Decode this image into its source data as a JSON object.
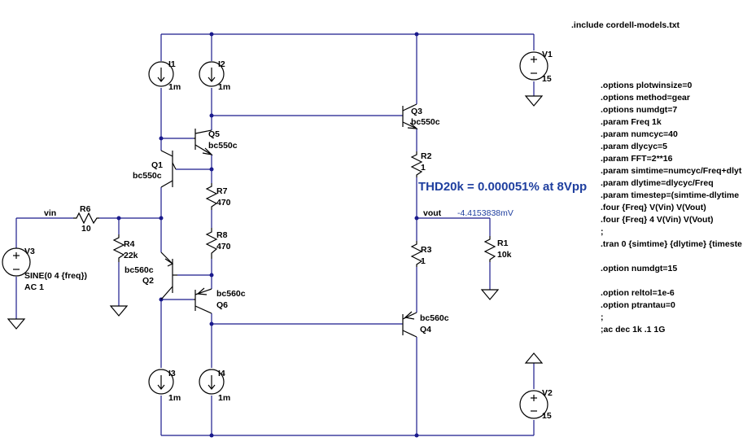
{
  "directive_include": ".include cordell-models.txt",
  "directives": [
    ".options plotwinsize=0",
    ".options method=gear",
    ".options numdgt=7",
    ".param Freq 1k",
    ".param numcyc=40",
    ".param dlycyc=5",
    ".param FFT=2**16",
    ".param simtime=numcyc/Freq+dlyt",
    ".param dlytime=dlycyc/Freq",
    ".param timestep=(simtime-dlytime",
    ".four {Freq} V(Vin) V(Vout)",
    ".four {Freq} 4 V(Vin) V(Vout)",
    ";",
    ".tran 0 {simtime} {dlytime} {timeste",
    "",
    ".option numdgt=15",
    "",
    ".option reltol=1e-6",
    ".option ptrantau=0",
    ";",
    ";ac dec 1k .1 1G"
  ],
  "thd_annotation": "THD20k = 0.000051% at 8Vpp",
  "nets": {
    "vin": "vin",
    "vout": "vout"
  },
  "probe_value": "-4.4153838mV",
  "components": {
    "I1": {
      "name": "I1",
      "value": "1m"
    },
    "I2": {
      "name": "I2",
      "value": "1m"
    },
    "I3": {
      "name": "I3",
      "value": "1m"
    },
    "I4": {
      "name": "I4",
      "value": "1m"
    },
    "V1": {
      "name": "V1",
      "value": "15"
    },
    "V2": {
      "name": "V2",
      "value": "15"
    },
    "V3": {
      "name": "V3",
      "value": "SINE(0 4 {freq})",
      "value2": "AC 1"
    },
    "Q1": {
      "name": "Q1",
      "model": "bc550c"
    },
    "Q2": {
      "name": "Q2",
      "model": "bc560c"
    },
    "Q3": {
      "name": "Q3",
      "model": "bc550c"
    },
    "Q4": {
      "name": "Q4",
      "model": "bc560c"
    },
    "Q5": {
      "name": "Q5",
      "model": "bc550c"
    },
    "Q6": {
      "name": "Q6",
      "model": "bc560c"
    },
    "R1": {
      "name": "R1",
      "value": "10k"
    },
    "R2": {
      "name": "R2",
      "value": "1"
    },
    "R3": {
      "name": "R3",
      "value": "1"
    },
    "R4": {
      "name": "R4",
      "value": "22k"
    },
    "R6": {
      "name": "R6",
      "value": "10"
    },
    "R7": {
      "name": "R7",
      "value": "470"
    },
    "R8": {
      "name": "R8",
      "value": "470"
    }
  }
}
